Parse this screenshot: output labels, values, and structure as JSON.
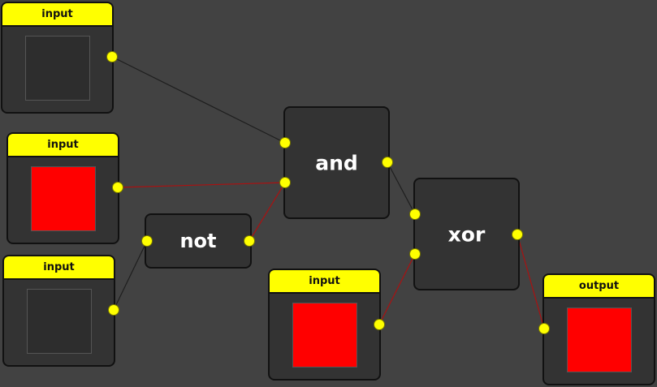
{
  "colors": {
    "canvas_bg": "#424242",
    "node_bg": "#333333",
    "header_yellow": "#ffff00",
    "port_yellow": "#ffff00",
    "signal_on": "#ff0000",
    "signal_off": "#2d2d2d",
    "wire_on": "#aa1111",
    "wire_off": "#1e1e1e"
  },
  "nodes": {
    "input1": {
      "header": "input",
      "state": "off"
    },
    "input2": {
      "header": "input",
      "state": "on"
    },
    "input3": {
      "header": "input",
      "state": "off"
    },
    "input4": {
      "header": "input",
      "state": "on"
    },
    "output1": {
      "header": "output",
      "state": "on"
    },
    "and1": {
      "label": "and"
    },
    "not1": {
      "label": "not"
    },
    "xor1": {
      "label": "xor"
    }
  },
  "wires": [
    {
      "from": "input1.out",
      "to": "and1.in1",
      "state": "off"
    },
    {
      "from": "input2.out",
      "to": "and1.in2",
      "state": "on"
    },
    {
      "from": "input3.out",
      "to": "not1.in",
      "state": "off"
    },
    {
      "from": "not1.out",
      "to": "and1.in2",
      "state": "on"
    },
    {
      "from": "and1.out",
      "to": "xor1.in1",
      "state": "off"
    },
    {
      "from": "input4.out",
      "to": "xor1.in2",
      "state": "on"
    },
    {
      "from": "xor1.out",
      "to": "output1.in",
      "state": "on"
    }
  ]
}
